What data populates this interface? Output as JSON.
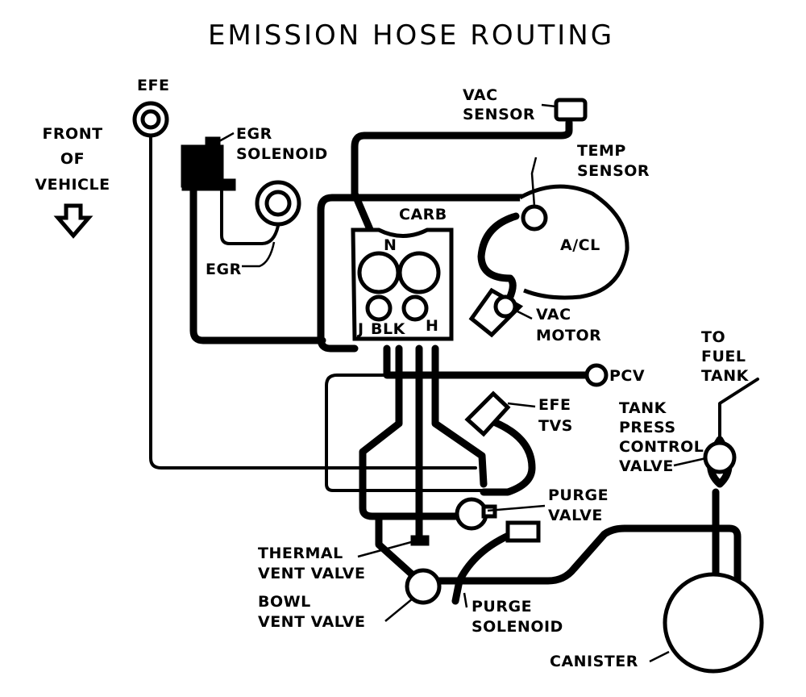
{
  "title": "EMISSION HOSE ROUTING",
  "labels": {
    "efe": "EFE",
    "front_line1": "FRONT",
    "front_line2": "OF",
    "front_line3": "VEHICLE",
    "egr_sol_line1": "EGR",
    "egr_sol_line2": "SOLENOID",
    "egr": "EGR",
    "vac_sensor_line1": "VAC",
    "vac_sensor_line2": "SENSOR",
    "temp_sensor_line1": "TEMP",
    "temp_sensor_line2": "SENSOR",
    "carb": "CARB",
    "port_n": "N",
    "port_j": "J",
    "port_blk": "BLK",
    "port_h": "H",
    "acl": "A/CL",
    "vac_motor_line1": "VAC",
    "vac_motor_line2": "MOTOR",
    "pcv": "PCV",
    "efe_tvs_line1": "EFE",
    "efe_tvs_line2": "TVS",
    "to_fuel_tank_line1": "TO",
    "to_fuel_tank_line2": "FUEL",
    "to_fuel_tank_line3": "TANK",
    "tank_press_line1": "TANK",
    "tank_press_line2": "PRESS",
    "tank_press_line3": "CONTROL",
    "tank_press_line4": "VALVE",
    "purge_valve_line1": "PURGE",
    "purge_valve_line2": "VALVE",
    "thermal_line1": "THERMAL",
    "thermal_line2": "VENT VALVE",
    "bowl_line1": "BOWL",
    "bowl_line2": "VENT VALVE",
    "purge_sol_line1": "PURGE",
    "purge_sol_line2": "SOLENOID",
    "canister": "CANISTER"
  }
}
